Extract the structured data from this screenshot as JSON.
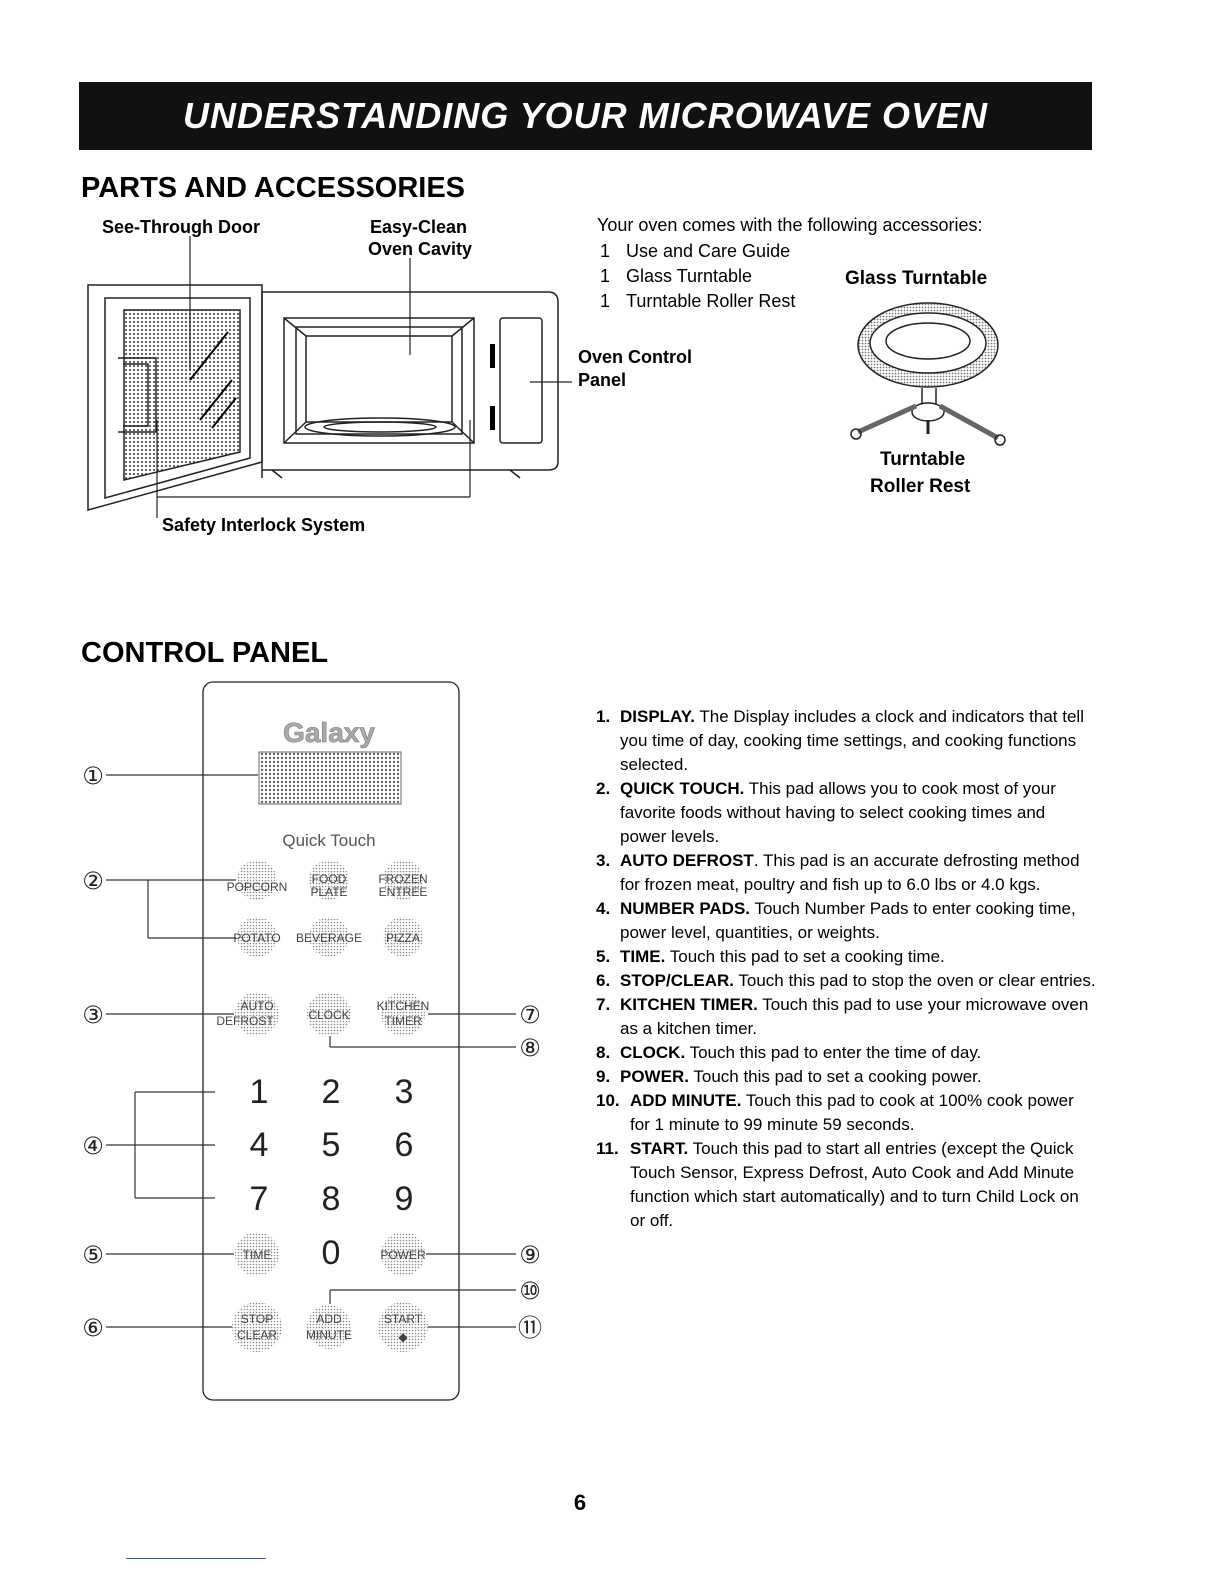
{
  "header": {
    "title": "UNDERSTANDING YOUR MICROWAVE OVEN"
  },
  "parts": {
    "title": "PARTS AND ACCESSORIES",
    "labels": {
      "door": "See-Through Door",
      "cavity_1": "Easy-Clean",
      "cavity_2": "Oven Cavity",
      "control_1": "Oven Control",
      "control_2": "Panel",
      "interlock": "Safety Interlock System",
      "turntable": "Glass Turntable",
      "roller_1": "Turntable",
      "roller_2": "Roller Rest"
    },
    "accessories_intro": "Your oven comes with the following accessories:",
    "accessories": [
      {
        "qty": "1",
        "name": "Use and Care Guide"
      },
      {
        "qty": "1",
        "name": "Glass Turntable"
      },
      {
        "qty": "1",
        "name": "Turntable Roller Rest"
      }
    ]
  },
  "control_panel": {
    "title": "CONTROL PANEL",
    "brand": "Galaxy",
    "quick_touch_label": "Quick Touch",
    "pads": {
      "popcorn": "POPCORN",
      "food_plate_1": "FOOD",
      "food_plate_2": "PLATE",
      "frozen_1": "FROZEN",
      "frozen_2": "ENTREE",
      "potato": "POTATO",
      "beverage": "BEVERAGE",
      "pizza": "PIZZA",
      "auto_1": "AUTO",
      "auto_2": "DEFROST",
      "clock": "CLOCK",
      "kitchen_1": "KITCHEN",
      "kitchen_2": "TIMER",
      "time": "TIME",
      "power": "POWER",
      "stop_1": "STOP",
      "stop_2": "CLEAR",
      "add_1": "ADD",
      "add_2": "MINUTE",
      "start_1": "START",
      "start_2": "◆"
    },
    "number_keys": [
      "1",
      "2",
      "3",
      "4",
      "5",
      "6",
      "7",
      "8",
      "9",
      "0"
    ],
    "callouts": [
      "①",
      "②",
      "③",
      "④",
      "⑤",
      "⑥",
      "⑦",
      "⑧",
      "⑨",
      "⑩",
      "⑪"
    ],
    "items": [
      {
        "num": "1.",
        "term": "DISPLAY.",
        "text": " The Display includes a clock and indicators that tell you time of day, cooking time settings, and cooking functions selected."
      },
      {
        "num": "2.",
        "term": "QUICK TOUCH.",
        "text": " This pad allows you to cook most of your favorite foods without having to select cooking times and power levels."
      },
      {
        "num": "3.",
        "term": "AUTO DEFROST",
        "text": ". This pad is an accurate defrosting method for frozen meat, poultry and fish up to 6.0 lbs or 4.0 kgs."
      },
      {
        "num": "4.",
        "term": "NUMBER PADS.",
        "text": " Touch Number Pads to enter cooking time, power level, quantities, or weights."
      },
      {
        "num": "5.",
        "term": "TIME.",
        "text": " Touch this pad to set a cooking time."
      },
      {
        "num": "6.",
        "term": "STOP/CLEAR.",
        "text": " Touch this pad to stop the oven or clear entries."
      },
      {
        "num": "7.",
        "term": "KITCHEN TIMER.",
        "text": " Touch this pad to use your microwave oven as a kitchen timer."
      },
      {
        "num": "8.",
        "term": "CLOCK.",
        "text": " Touch this pad to enter the time of day."
      },
      {
        "num": "9.",
        "term": "POWER.",
        "text": " Touch this pad to set a cooking power."
      },
      {
        "num": "10.",
        "term": "ADD MINUTE.",
        "text": " Touch this pad to cook at 100% cook power for 1 minute to 99 minute 59 seconds."
      },
      {
        "num": "11.",
        "term": "START.",
        "text": " Touch this pad to start all entries (except the Quick Touch Sensor, Express Defrost, Auto Cook and Add Minute function which start automatically) and to turn Child Lock on or off."
      }
    ]
  },
  "footer": {
    "page_number": "6"
  }
}
